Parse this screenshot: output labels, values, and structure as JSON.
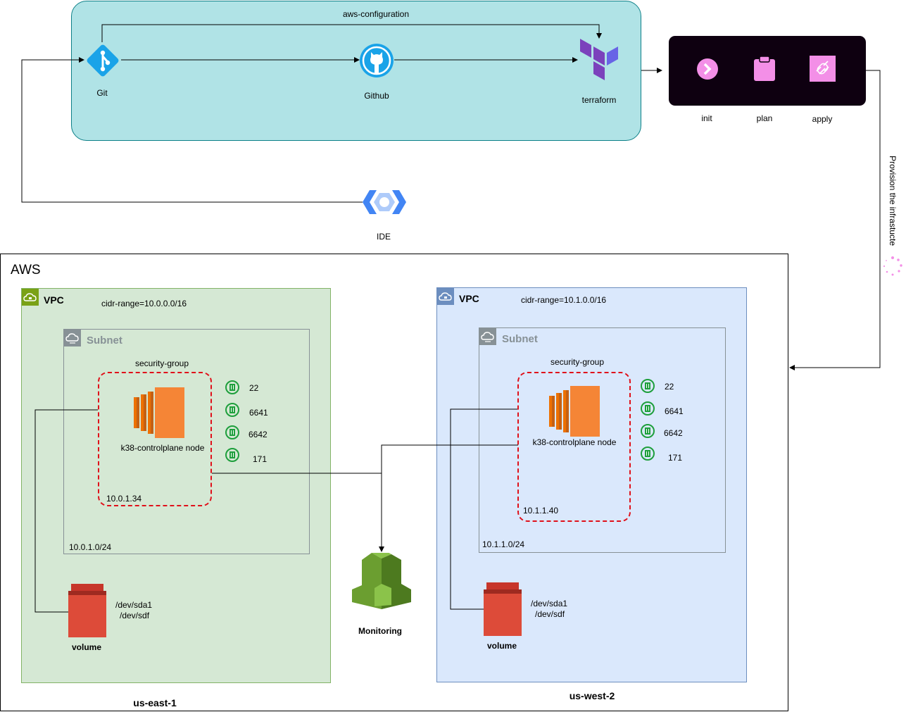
{
  "pipeline": {
    "flow_label": "aws-configuration",
    "git_label": "Git",
    "github_label": "Github",
    "terraform_label": "terraform",
    "ide_label": "IDE"
  },
  "terraform_steps": {
    "init_label": "init",
    "plan_label": "plan",
    "apply_label": "apply"
  },
  "provision_label": "Provision the infrastucte",
  "aws": {
    "title": "AWS",
    "monitoring_label": "Monitoring",
    "east": {
      "region": "us-east-1",
      "vpc_label": "VPC",
      "cidr": "cidr-range=10.0.0.0/16",
      "subnet_label": "Subnet",
      "subnet_cidr": "10.0.1.0/24",
      "sg_label": "security-group",
      "node_label": "k38-controlplane node",
      "node_ip": "10.0.1.34",
      "ports": [
        "22",
        "6641",
        "6642",
        "171"
      ],
      "volume_label": "volume",
      "device1": "/dev/sda1",
      "device2": "/dev/sdf"
    },
    "west": {
      "region": "us-west-2",
      "vpc_label": "VPC",
      "cidr": "cidr-range=10.1.0.0/16",
      "subnet_label": "Subnet",
      "subnet_cidr": "10.1.1.0/24",
      "sg_label": "security-group",
      "node_label": "k38-controlplane node",
      "node_ip": "10.1.1.40",
      "ports": [
        "22",
        "6641",
        "6642",
        "171"
      ],
      "volume_label": "volume",
      "device1": "/dev/sda1",
      "device2": "/dev/sdf"
    }
  },
  "colors": {
    "pipeline_fill": "#b0e3e6",
    "east_vpc_fill": "#d5e8d4",
    "west_vpc_fill": "#dae8fc",
    "security_group_border": "#e0101a",
    "ec2_orange": "#ed7100",
    "volume_red": "#dd4b39",
    "port_green": "#1e9f3c",
    "terraform_purple": "#7b42bc"
  }
}
